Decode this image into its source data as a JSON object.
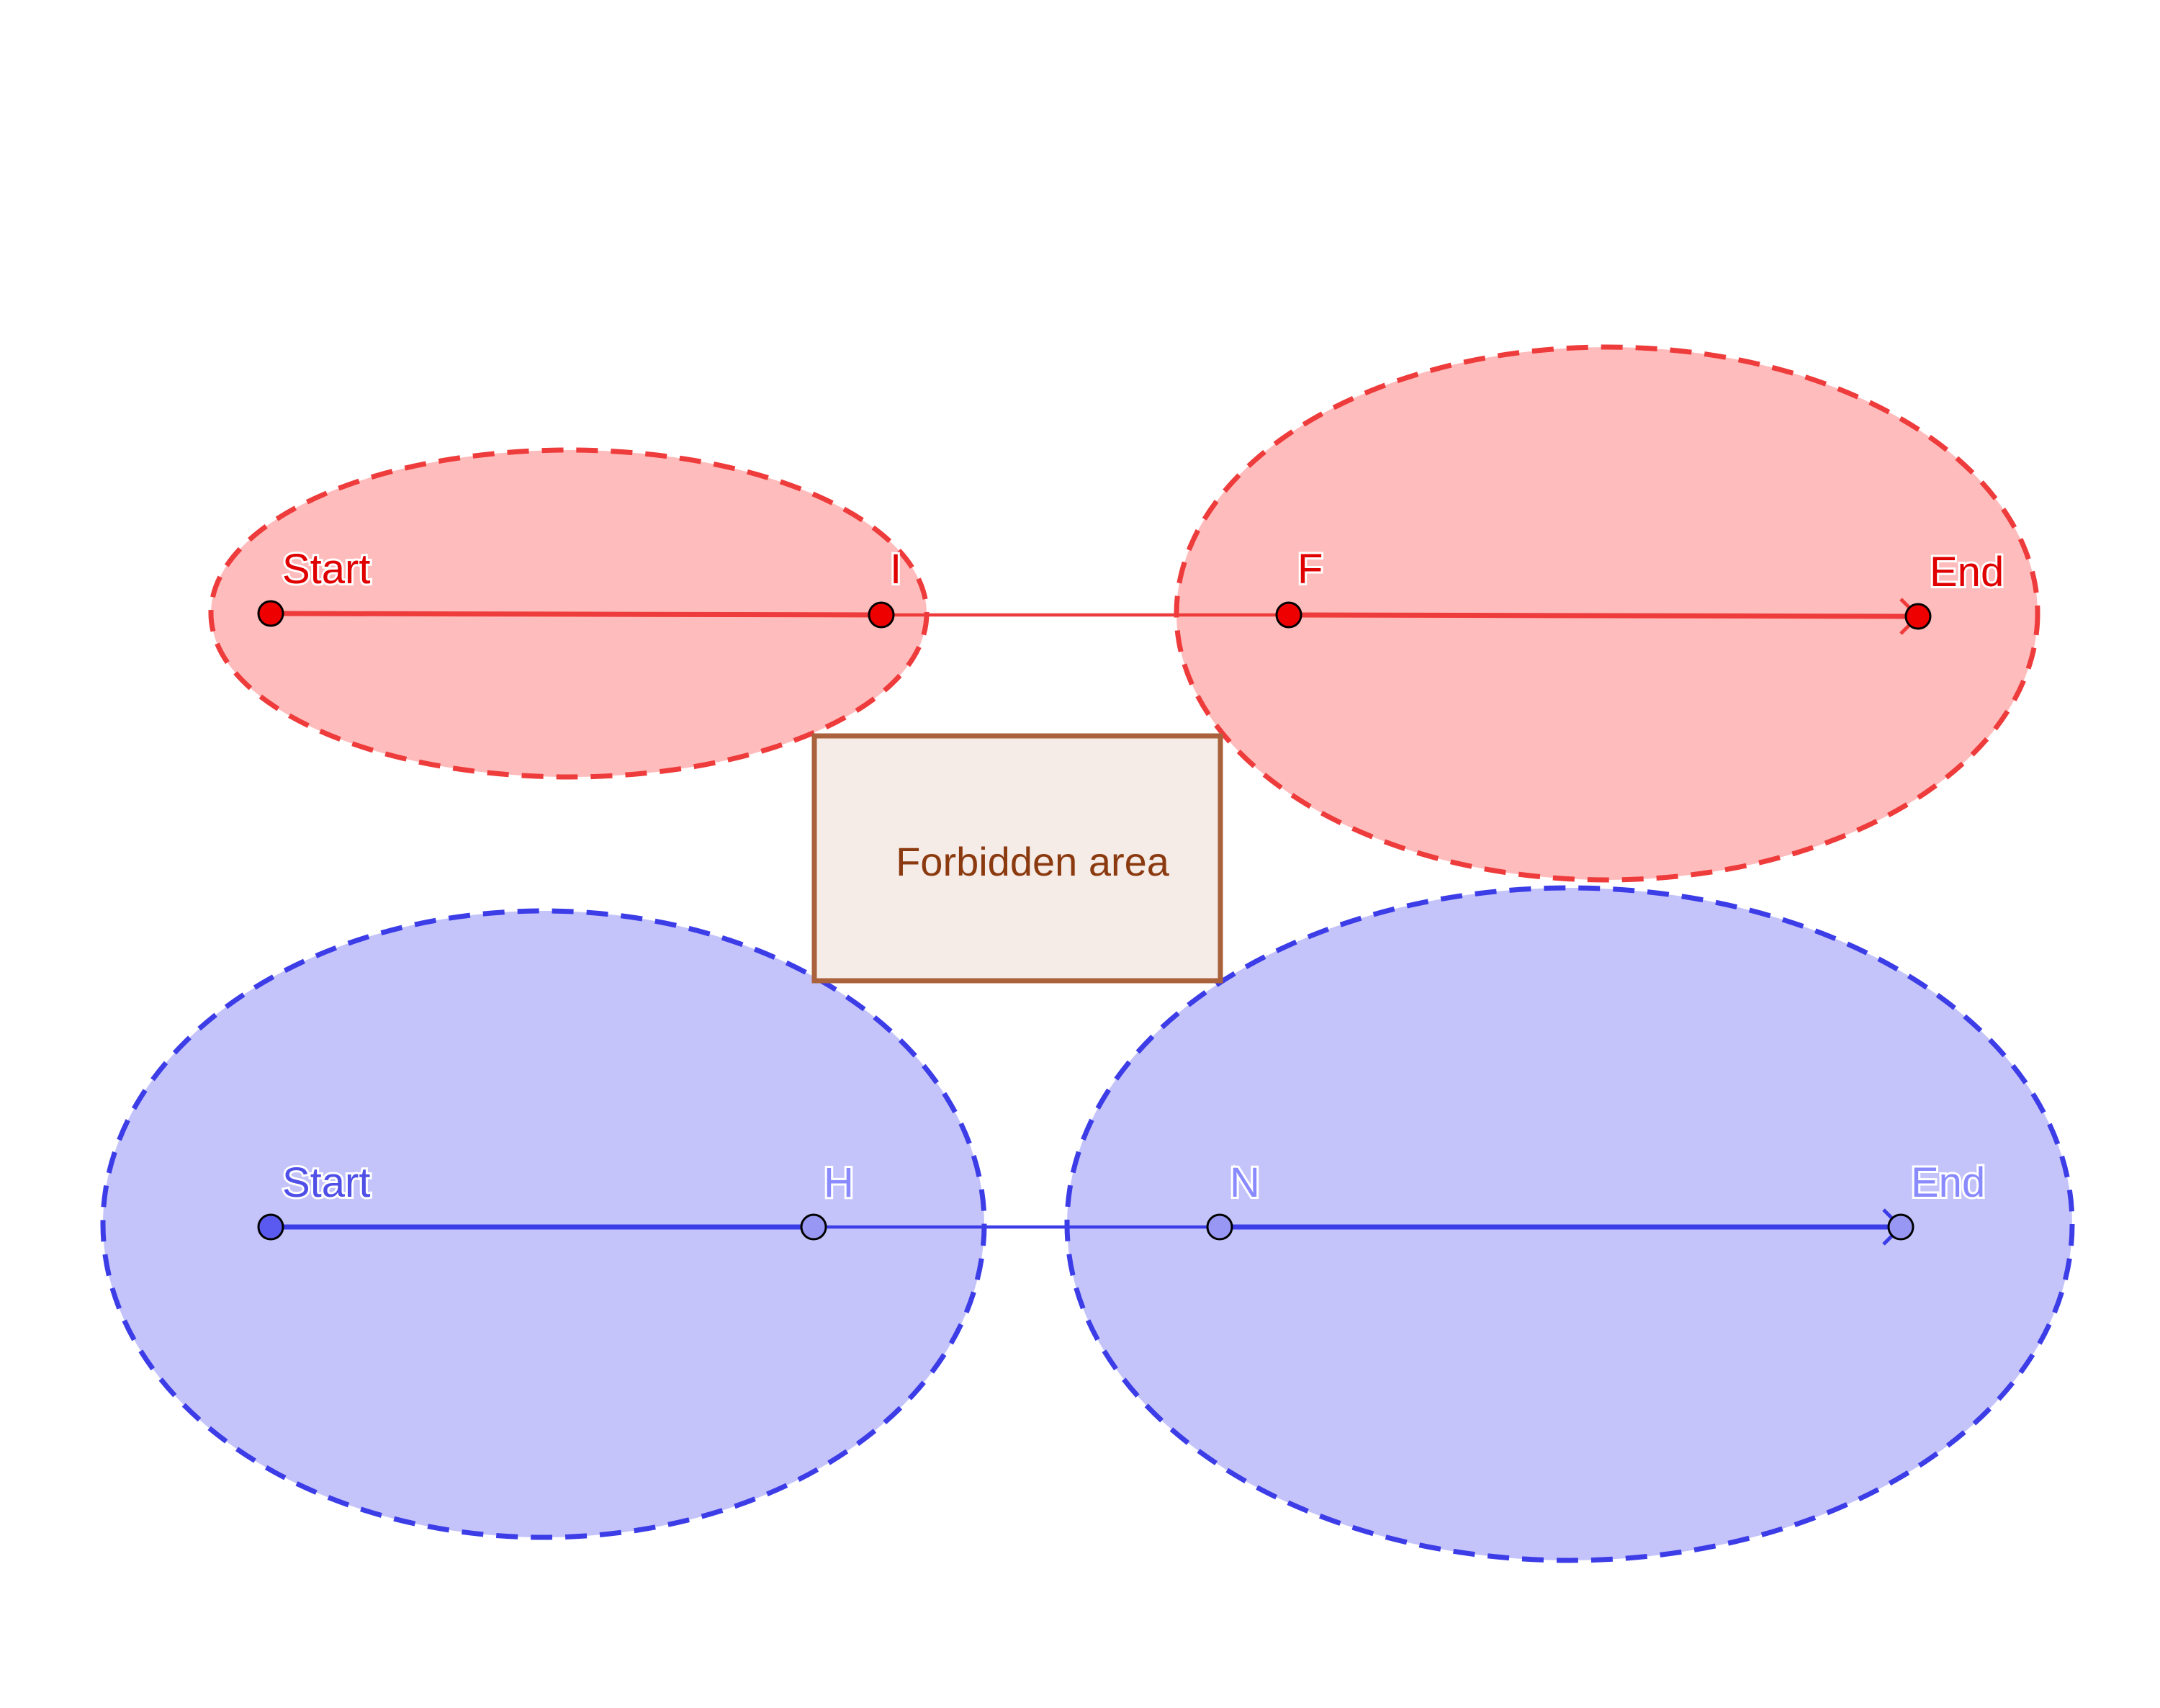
{
  "colors": {
    "red_stroke": "#ee3b3b",
    "red_fill": "#ffbcbc",
    "red_point": "#ee0000",
    "blue_stroke": "#3d3de8",
    "blue_fill": "#c4c4fb",
    "blue_point": "#5a5af0",
    "blue_point_light": "#9898f4",
    "box_stroke": "#a9623b",
    "box_fill": "#f5ebe7",
    "box_text": "#8b3a10"
  },
  "forbidden": {
    "label": "Forbidden area"
  },
  "red_path": {
    "points": [
      {
        "key": "start",
        "label": "Start"
      },
      {
        "key": "i",
        "label": "I"
      },
      {
        "key": "f",
        "label": "F"
      },
      {
        "key": "end",
        "label": "End"
      }
    ]
  },
  "blue_path": {
    "points": [
      {
        "key": "start",
        "label": "Start"
      },
      {
        "key": "h",
        "label": "H"
      },
      {
        "key": "n",
        "label": "N"
      },
      {
        "key": "end",
        "label": "End"
      }
    ]
  }
}
